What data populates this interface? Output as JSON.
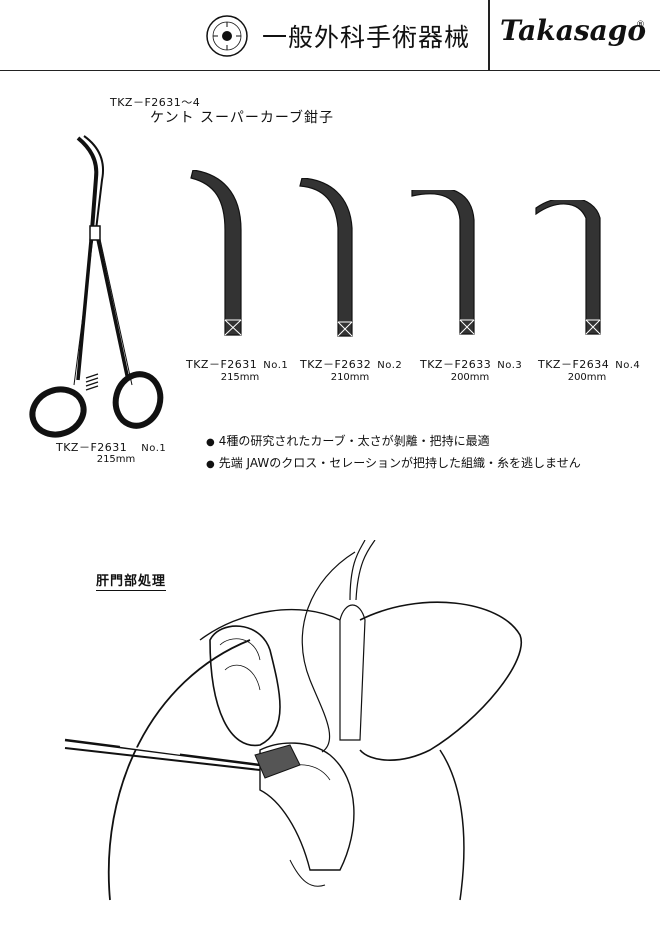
{
  "header": {
    "title": "一般外科手術器械",
    "brand": "Takasago",
    "brand_mark": "®",
    "seal_icon": "takasago-seal-icon"
  },
  "product": {
    "code_range": "TKZ－F2631～4",
    "name": "ケント スーパーカーブ鉗子"
  },
  "variants": [
    {
      "code": "TKZ－F2631",
      "number": "No.1",
      "size": "215mm"
    },
    {
      "code": "TKZ－F2632",
      "number": "No.2",
      "size": "210mm"
    },
    {
      "code": "TKZ－F2633",
      "number": "No.3",
      "size": "200mm"
    },
    {
      "code": "TKZ－F2634",
      "number": "No.4",
      "size": "200mm"
    }
  ],
  "main_instrument": {
    "code": "TKZ－F2631",
    "number": "No.1",
    "size": "215mm"
  },
  "features": [
    "4種の研究されたカーブ・太さが剝離・把持に最適",
    "先端 JAWのクロス・セレーションが把持した組織・糸を逃しません"
  ],
  "section": {
    "title": "肝門部処理"
  },
  "colors": {
    "ink": "#111111",
    "background": "#ffffff"
  }
}
